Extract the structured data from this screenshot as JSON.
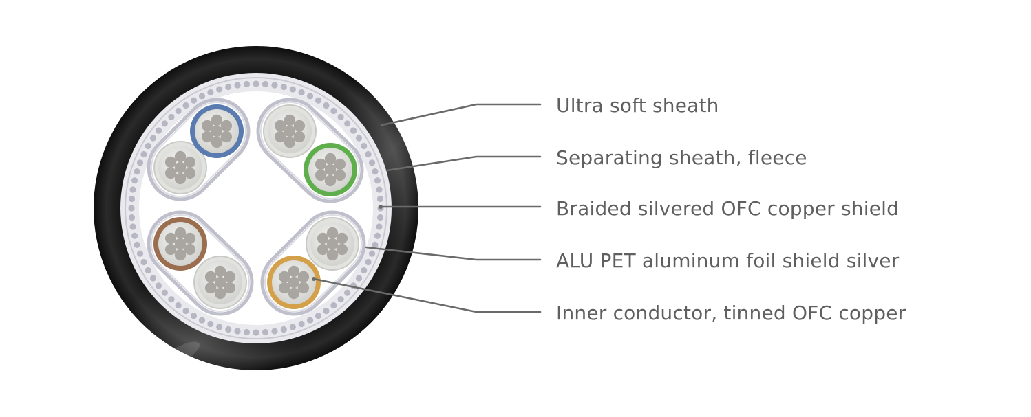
{
  "labels": {
    "sheath": "Ultra soft sheath",
    "separating": "Separating sheath, fleece",
    "braid": "Braided silvered OFC copper shield",
    "foil": "ALU PET aluminum foil shield silver",
    "conductor": "Inner conductor, tinned OFC copper"
  },
  "colors": {
    "jacket": "#1b1b1b",
    "fleece": "#e9e9ee",
    "braid_bead": "#b7b7c4",
    "foil": "#bfc0cb",
    "strand": "#a9a5a0",
    "core_insulation": "#dededb",
    "leader_line": "#6a6a6a",
    "text": "#5f5f5f"
  },
  "pairs": [
    {
      "colored_core": "blue",
      "colored_hex": "#5a7bb0"
    },
    {
      "colored_core": "green",
      "colored_hex": "#5fae4c"
    },
    {
      "colored_core": "brown",
      "colored_hex": "#9a6e4f"
    },
    {
      "colored_core": "orange",
      "colored_hex": "#d4a04a"
    }
  ]
}
